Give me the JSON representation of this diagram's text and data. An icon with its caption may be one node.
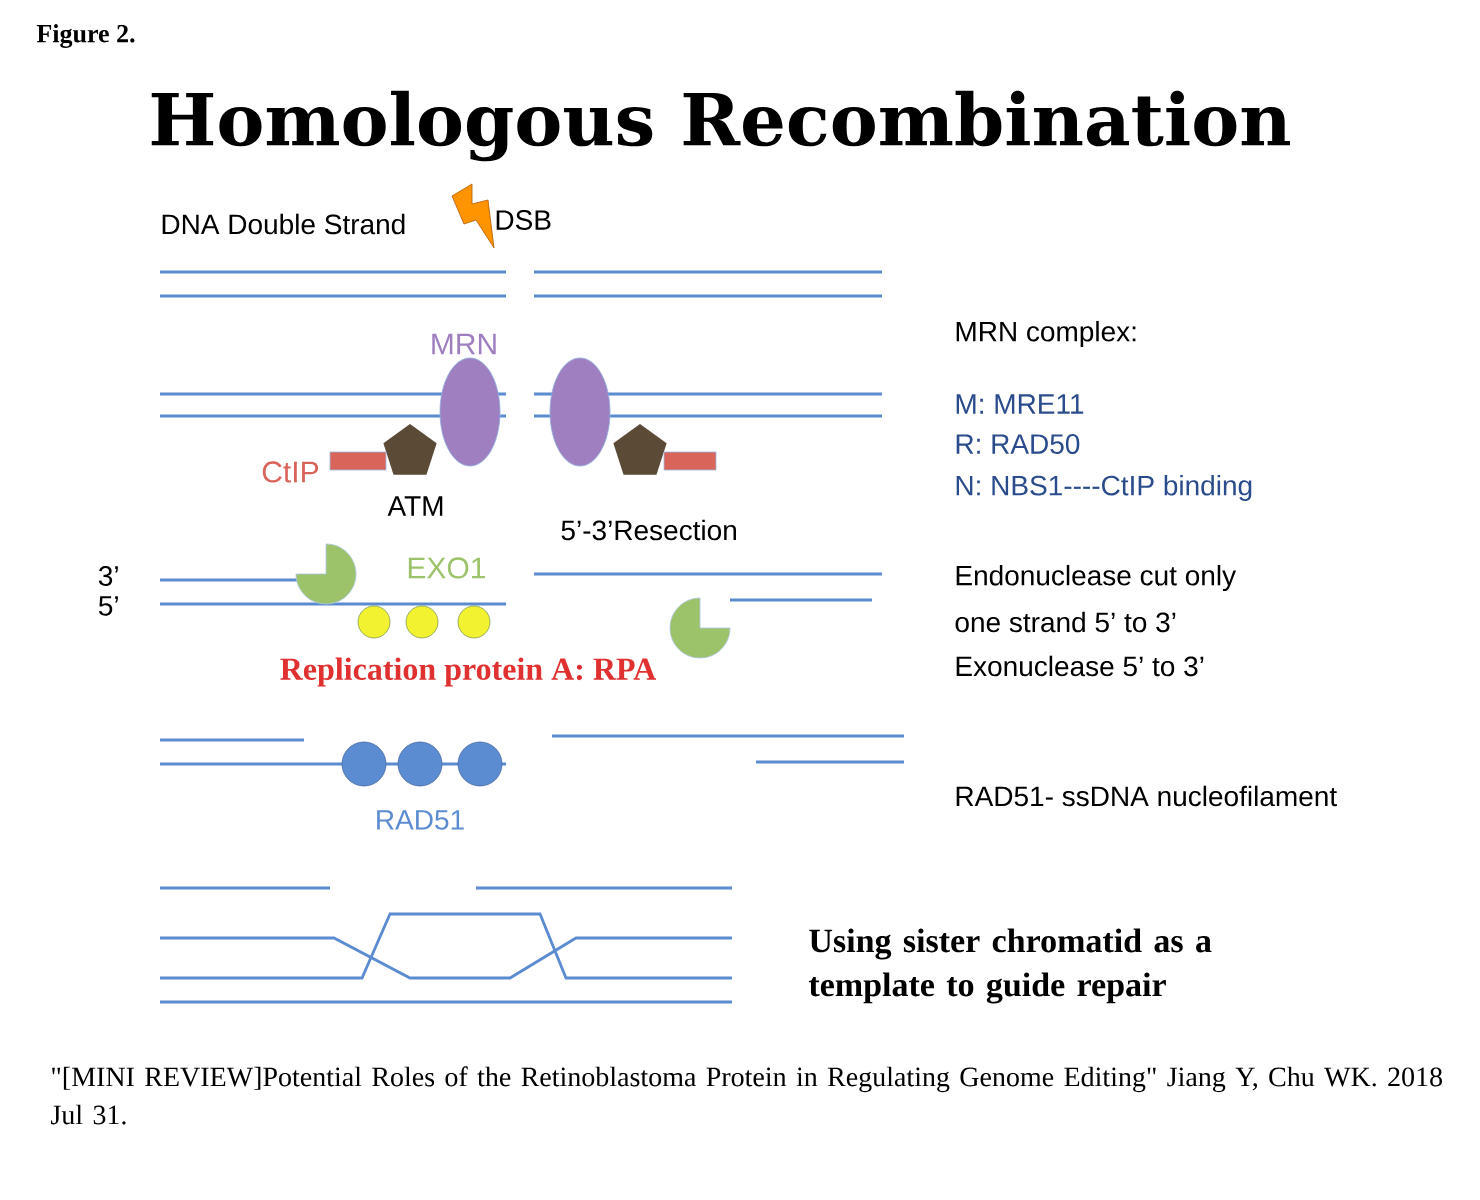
{
  "diagram": {
    "title": "Homologous Recombination",
    "caption": "\"[MINI REVIEW]Potential Roles of the Retinoblastoma Protein in Regulating Genome Editing\" Jiang Y, Chu WK. 2018 Jul 31.",
    "labels": [
      "Figure 2.",
      "DNA Double Strand",
      "DSB",
      "MRN",
      "MRN complex:",
      "M: MRE11",
      "R:  RAD50",
      "N: NBS1----CtIP binding",
      "CtIP",
      "ATM",
      "5’-3’Resection",
      "3’",
      "EXO1",
      "Endonuclease cut only",
      "5’",
      "one strand 5’ to 3’",
      "Exonuclease 5’ to 3’",
      "Replication protein A: RPA",
      "RAD51",
      "RAD51- ssDNA nucleofilament",
      "Using sister chromatid as a template to guide repair"
    ]
  }
}
